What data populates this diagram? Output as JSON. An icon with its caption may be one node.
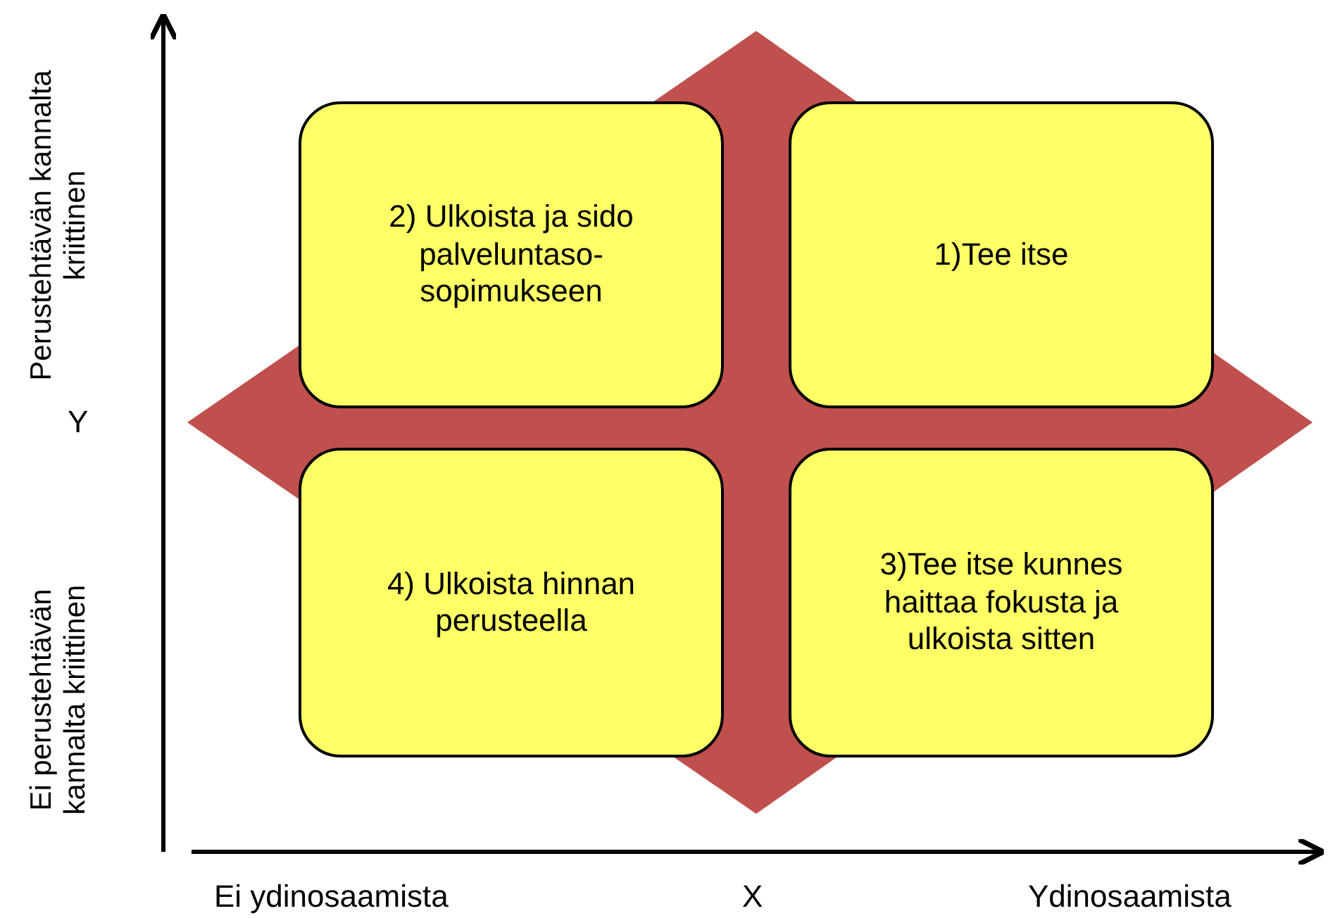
{
  "diagram": {
    "nodes": [
      {
        "text": [
          "2) Ulkoista ja sido palveluntaso-sopimukseen"
        ]
      },
      {
        "text": [
          "1)Tee itse"
        ]
      },
      {
        "text": [
          "4) Ulkoista hinnan perusteella"
        ]
      },
      {
        "text": [
          "3)Tee itse kunnes haittaa fokusta ja ulkoista sitten"
        ]
      }
    ],
    "edges": [],
    "labels": [
      "Perustehtävän kannalta kriittinen",
      "Y",
      "Ei perustehtävän kannalta kriittinen",
      "Ei ydinosaamista",
      "X",
      "Ydinosaamista"
    ]
  }
}
